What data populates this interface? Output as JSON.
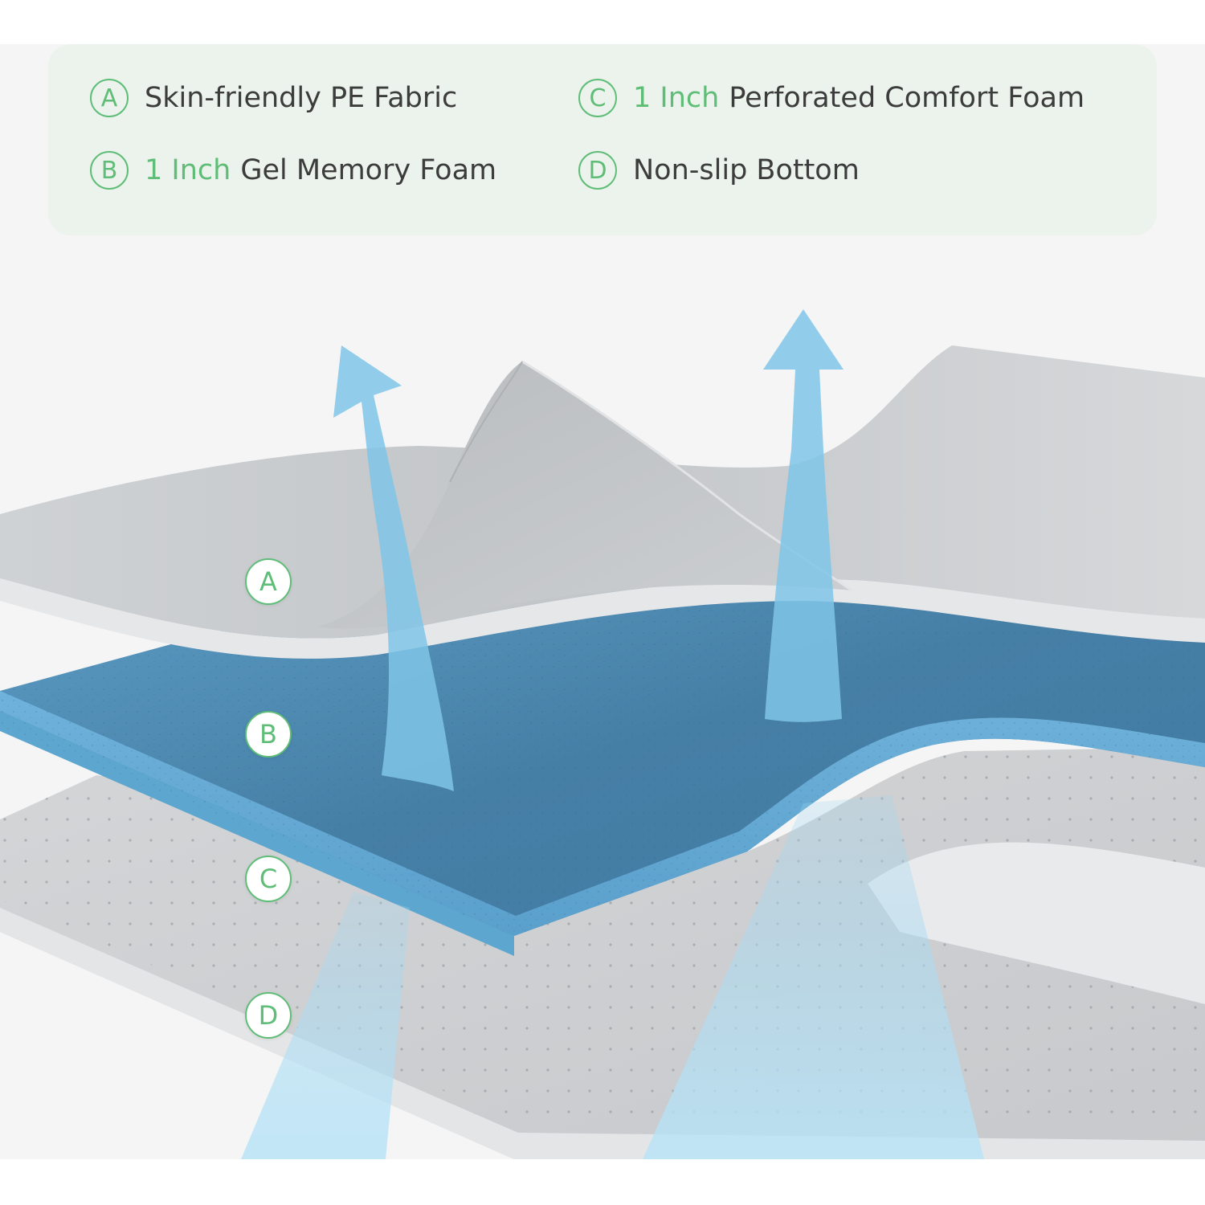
{
  "legend": {
    "items": [
      {
        "letter": "A",
        "highlight": "",
        "text": "Skin-friendly PE Fabric"
      },
      {
        "letter": "B",
        "highlight": "1 Inch",
        "text": "Gel Memory Foam"
      },
      {
        "letter": "C",
        "highlight": "1 Inch",
        "text": "Perforated Comfort Foam"
      },
      {
        "letter": "D",
        "highlight": "",
        "text": "Non-slip Bottom"
      }
    ]
  },
  "layer_markers": [
    "A",
    "B",
    "C",
    "D"
  ],
  "colors": {
    "accent_green": "#5fbd78",
    "gel_blue": "#4f8fb8",
    "fabric_gray": "#d2d4d6",
    "airflow_blue": "#7fc6e8"
  },
  "icons": [
    "airflow-arrow-icon"
  ]
}
